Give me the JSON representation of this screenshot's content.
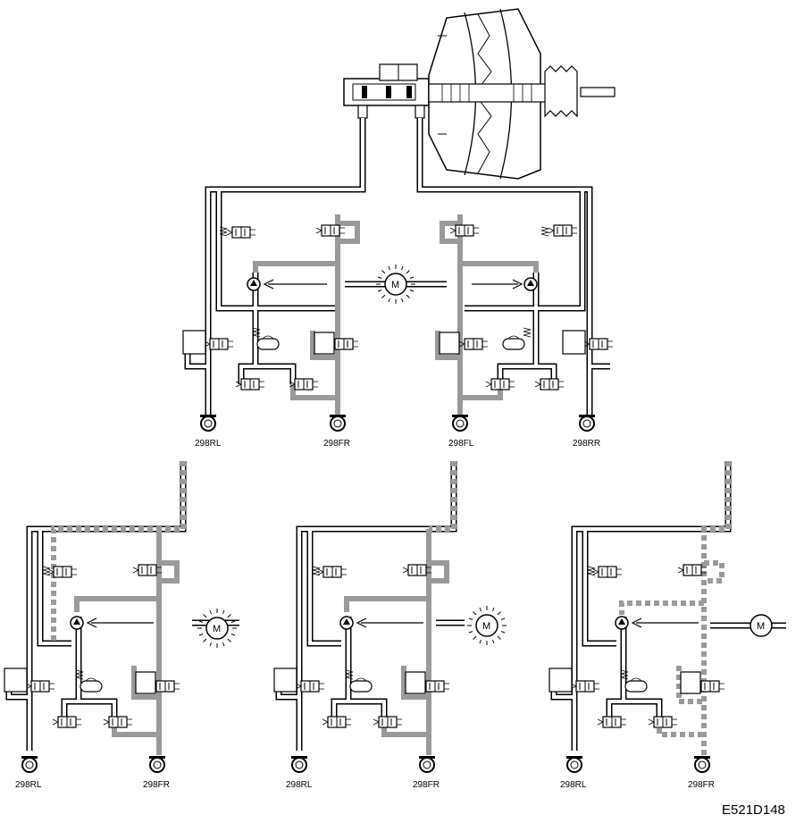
{
  "figure_ref": "E521D148",
  "motor_label": "M",
  "top_circuit": {
    "wheels": [
      "298RL",
      "298FR",
      "298FL",
      "298RR"
    ]
  },
  "bottom_circuits": [
    {
      "mode": "pressure-build",
      "wheels": [
        "298RL",
        "298FR"
      ]
    },
    {
      "mode": "pressure-hold",
      "wheels": [
        "298RL",
        "298FR"
      ]
    },
    {
      "mode": "pressure-reduce",
      "wheels": [
        "298RL",
        "298FR"
      ]
    }
  ],
  "colors": {
    "line": "#000000",
    "active": "#9a9a9a",
    "pipe_fill": "#ffffff"
  }
}
